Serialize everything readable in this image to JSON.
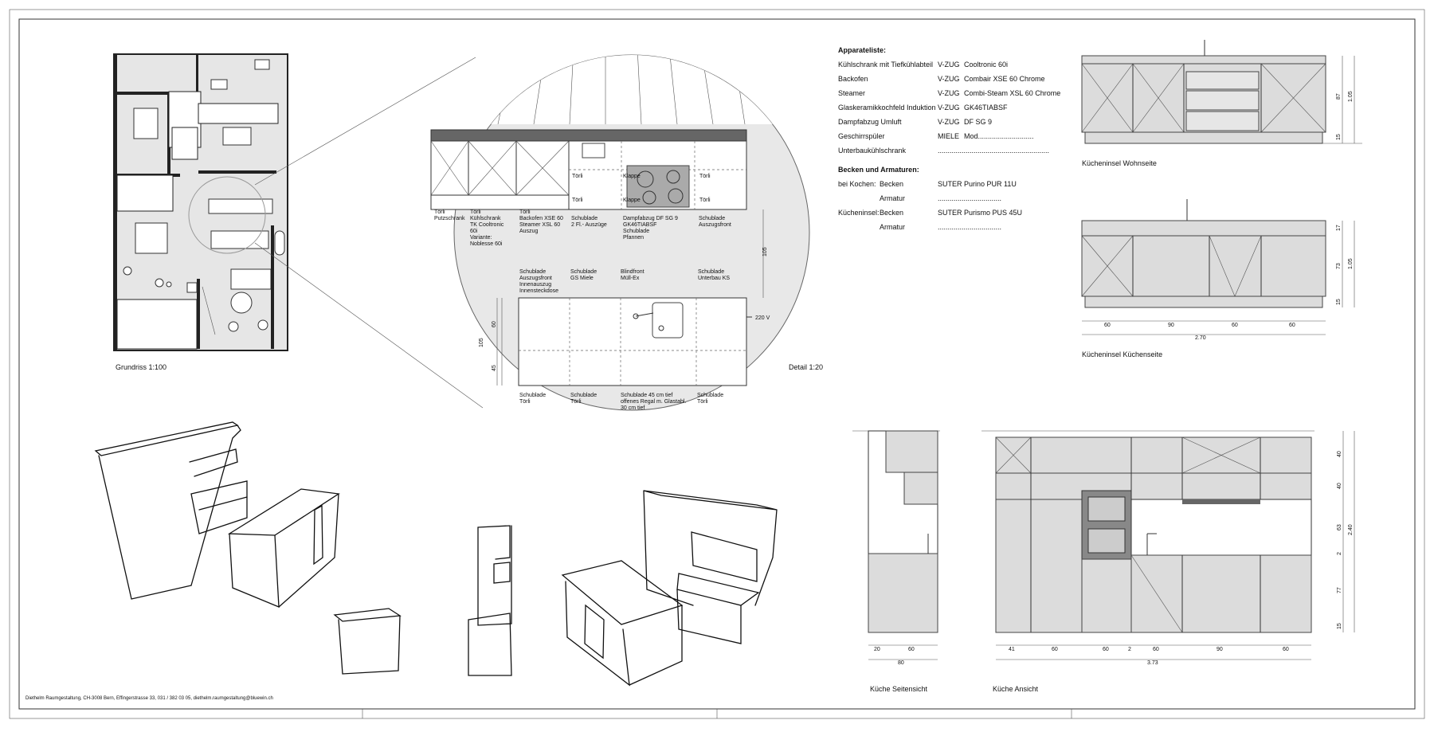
{
  "plan": {
    "caption": "Grundriss 1:100"
  },
  "detail": {
    "caption": "Detail 1:20",
    "upper_labels": [
      {
        "text": "Törli"
      },
      {
        "text": "Klappe"
      },
      {
        "text": "Törli"
      },
      {
        "text": "Törli"
      },
      {
        "text": "Klappe"
      },
      {
        "text": "Törli"
      }
    ],
    "top_notes": [
      {
        "lines": [
          "Törli",
          "Putzschrank"
        ]
      },
      {
        "lines": [
          "Törli",
          "Kühlschrank",
          "TK Cooltronic",
          "60i",
          "Variante:",
          "Noblesse 60i"
        ]
      },
      {
        "lines": [
          "Törli",
          "Backofen XSE 60",
          "Steamer XSL 60",
          "Auszug"
        ]
      },
      {
        "lines": [
          "Schublade",
          "2 Fl.- Auszüge"
        ]
      },
      {
        "lines": [
          "Dampfabzug DF SG 9",
          "GK46TIABSF",
          "Schublade",
          "Pfannen"
        ]
      },
      {
        "lines": [
          "Schublade",
          "Auszugsfront"
        ]
      }
    ],
    "mid_notes": [
      {
        "lines": [
          "Schublade",
          "Auszugsfront",
          "Innenauszug",
          "Innensteckdose"
        ]
      },
      {
        "lines": [
          "Schublade",
          "GS Miele"
        ]
      },
      {
        "lines": [
          "Blindfront",
          "Müll-Ex"
        ]
      },
      {
        "lines": [
          "Schublade",
          "Unterbau KS"
        ]
      }
    ],
    "bottom_notes": [
      {
        "lines": [
          "Schublade",
          "Törli"
        ]
      },
      {
        "lines": [
          "Schublade",
          "Törli"
        ]
      },
      {
        "lines": [
          "Schublade 45 cm tief",
          "offenes Regal m. Glastabl.",
          "30 cm tief"
        ]
      },
      {
        "lines": [
          "Schublade",
          "Törli"
        ]
      }
    ],
    "power_label": "220 V",
    "dim_105_vertical": "105",
    "dim_105_left": "105",
    "dim_60": "60",
    "dim_45": "45"
  },
  "appliances": {
    "title": "Apparateliste:",
    "rows": [
      {
        "item": "Kühlschrank mit Tiefkühlabteil",
        "brand": "V-ZUG",
        "model": "Cooltronic 60i"
      },
      {
        "item": "Backofen",
        "brand": "V-ZUG",
        "model": "Combair XSE 60 Chrome"
      },
      {
        "item": "Steamer",
        "brand": "V-ZUG",
        "model": "Combi-Steam XSL 60 Chrome"
      },
      {
        "item": "Glaskeramikkochfeld Induktion",
        "brand": "V-ZUG",
        "model": "GK46TIABSF"
      },
      {
        "item": "Dampfabzug Umluft",
        "brand": "V-ZUG",
        "model": "DF SG 9"
      },
      {
        "item": "Geschirrspüler",
        "brand": "MIELE",
        "model": "Mod............................"
      },
      {
        "item": "Unterbaukühlschrank",
        "brand": "",
        "model": "........................................................"
      }
    ],
    "sinks_title": "Becken und Armaturen:",
    "sinks": [
      {
        "place": "bei Kochen:",
        "part": "Becken",
        "value": "SUTER Purino PUR 11U"
      },
      {
        "place": "",
        "part": "Armatur",
        "value": "................................"
      },
      {
        "place": "Kücheninsel:",
        "part": "Becken",
        "value": "SUTER Purismo PUS 45U"
      },
      {
        "place": "",
        "part": "Armatur",
        "value": "................................"
      }
    ]
  },
  "island_living": {
    "caption": "Kücheninsel Wohnseite",
    "dims": {
      "d1": "87",
      "d2": "15",
      "total": "1.05"
    }
  },
  "island_kitchen": {
    "caption": "Kücheninsel Küchenseite",
    "dims": {
      "d1": "17",
      "d2": "73",
      "d3": "15",
      "total": "1.05"
    },
    "widths": [
      "60",
      "90",
      "60",
      "60"
    ],
    "width_total": "2.70"
  },
  "side_view": {
    "caption": "Küche Seitensicht",
    "widths": [
      "20",
      "60"
    ],
    "width_total": "80"
  },
  "front_view": {
    "caption": "Küche Ansicht",
    "heights": [
      "40",
      "40",
      "63",
      "2",
      "77",
      "15"
    ],
    "height_total": "2.40",
    "widths": [
      "41",
      "60",
      "60",
      "2",
      "60",
      "90",
      "60"
    ],
    "width_total": "3.73"
  },
  "footer": {
    "text": "Diethelm Raumgestaltung, CH-3008 Bern, Effingerstrasse 33,  031 / 382 03 05, diethelm.raumgestaltung@bluewin.ch"
  }
}
